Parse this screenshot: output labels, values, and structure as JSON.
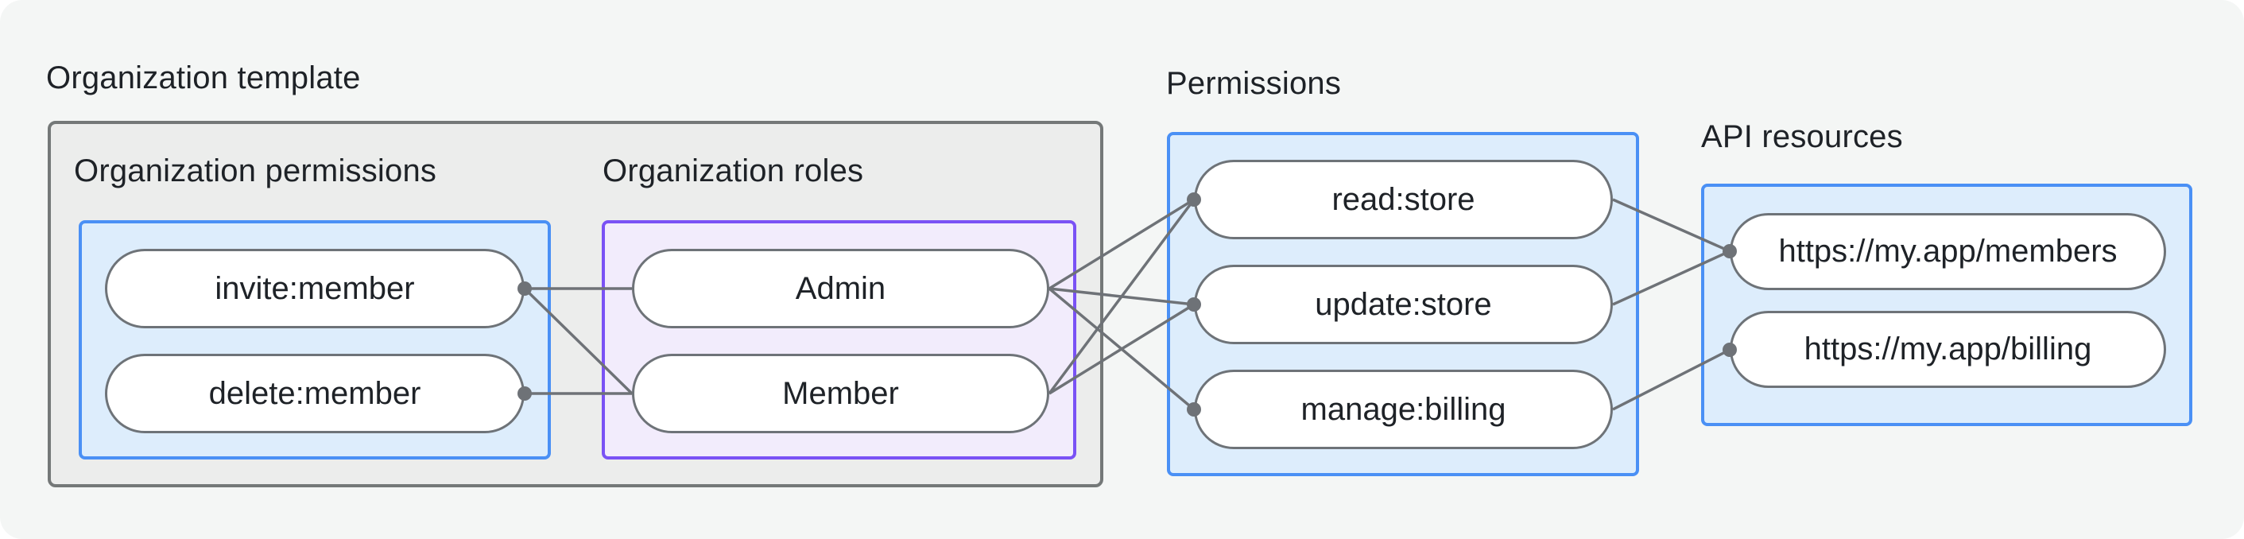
{
  "heading": "Organization template",
  "groups": {
    "org_permissions": {
      "label": "Organization permissions",
      "items": [
        "invite:member",
        "delete:member"
      ]
    },
    "org_roles": {
      "label": "Organization roles",
      "items": [
        "Admin",
        "Member"
      ]
    },
    "permissions": {
      "label": "Permissions",
      "items": [
        "read:store",
        "update:store",
        "manage:billing"
      ]
    },
    "api_resources": {
      "label": "API resources",
      "items": [
        "https://my.app/members",
        "https://my.app/billing"
      ]
    }
  },
  "connections": [
    {
      "from": "invite:member",
      "to": "Admin"
    },
    {
      "from": "invite:member",
      "to": "Member"
    },
    {
      "from": "delete:member",
      "to": "Member"
    },
    {
      "from": "Admin",
      "to": "read:store"
    },
    {
      "from": "Admin",
      "to": "update:store"
    },
    {
      "from": "Admin",
      "to": "manage:billing"
    },
    {
      "from": "Member",
      "to": "read:store"
    },
    {
      "from": "Member",
      "to": "update:store"
    },
    {
      "from": "read:store",
      "to": "https://my.app/members"
    },
    {
      "from": "update:store",
      "to": "https://my.app/members"
    },
    {
      "from": "manage:billing",
      "to": "https://my.app/billing"
    }
  ],
  "colors": {
    "canvas_background": "#f4f6f5",
    "container_fill": "#ecedec",
    "container_border": "#747878",
    "blue_fill": "#ddedfc",
    "blue_border": "#4a90f5",
    "purple_fill": "#f2ecfc",
    "purple_border": "#7a52f5",
    "node_fill": "#ffffff",
    "node_border": "#6e7378",
    "wire": "#6e7277",
    "text": "#1e2227"
  }
}
